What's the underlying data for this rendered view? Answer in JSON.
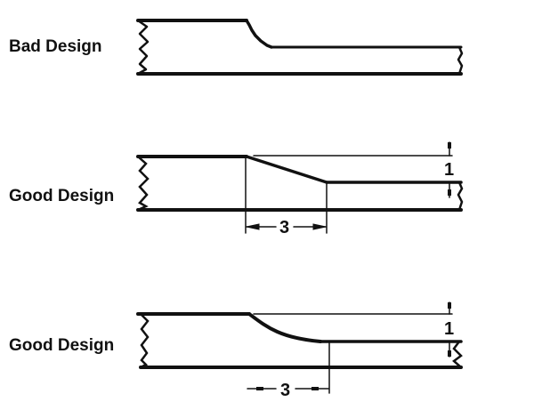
{
  "diagrams": [
    {
      "label": "Bad Design",
      "transition": "abrupt rounded step"
    },
    {
      "label": "Good Design",
      "transition": "linear taper",
      "dimensions": {
        "length": "3",
        "height": "1"
      }
    },
    {
      "label": "Good Design",
      "transition": "curved taper",
      "dimensions": {
        "length": "3",
        "height": "1"
      }
    }
  ],
  "colors": {
    "line": "#111111",
    "background": "#ffffff"
  }
}
